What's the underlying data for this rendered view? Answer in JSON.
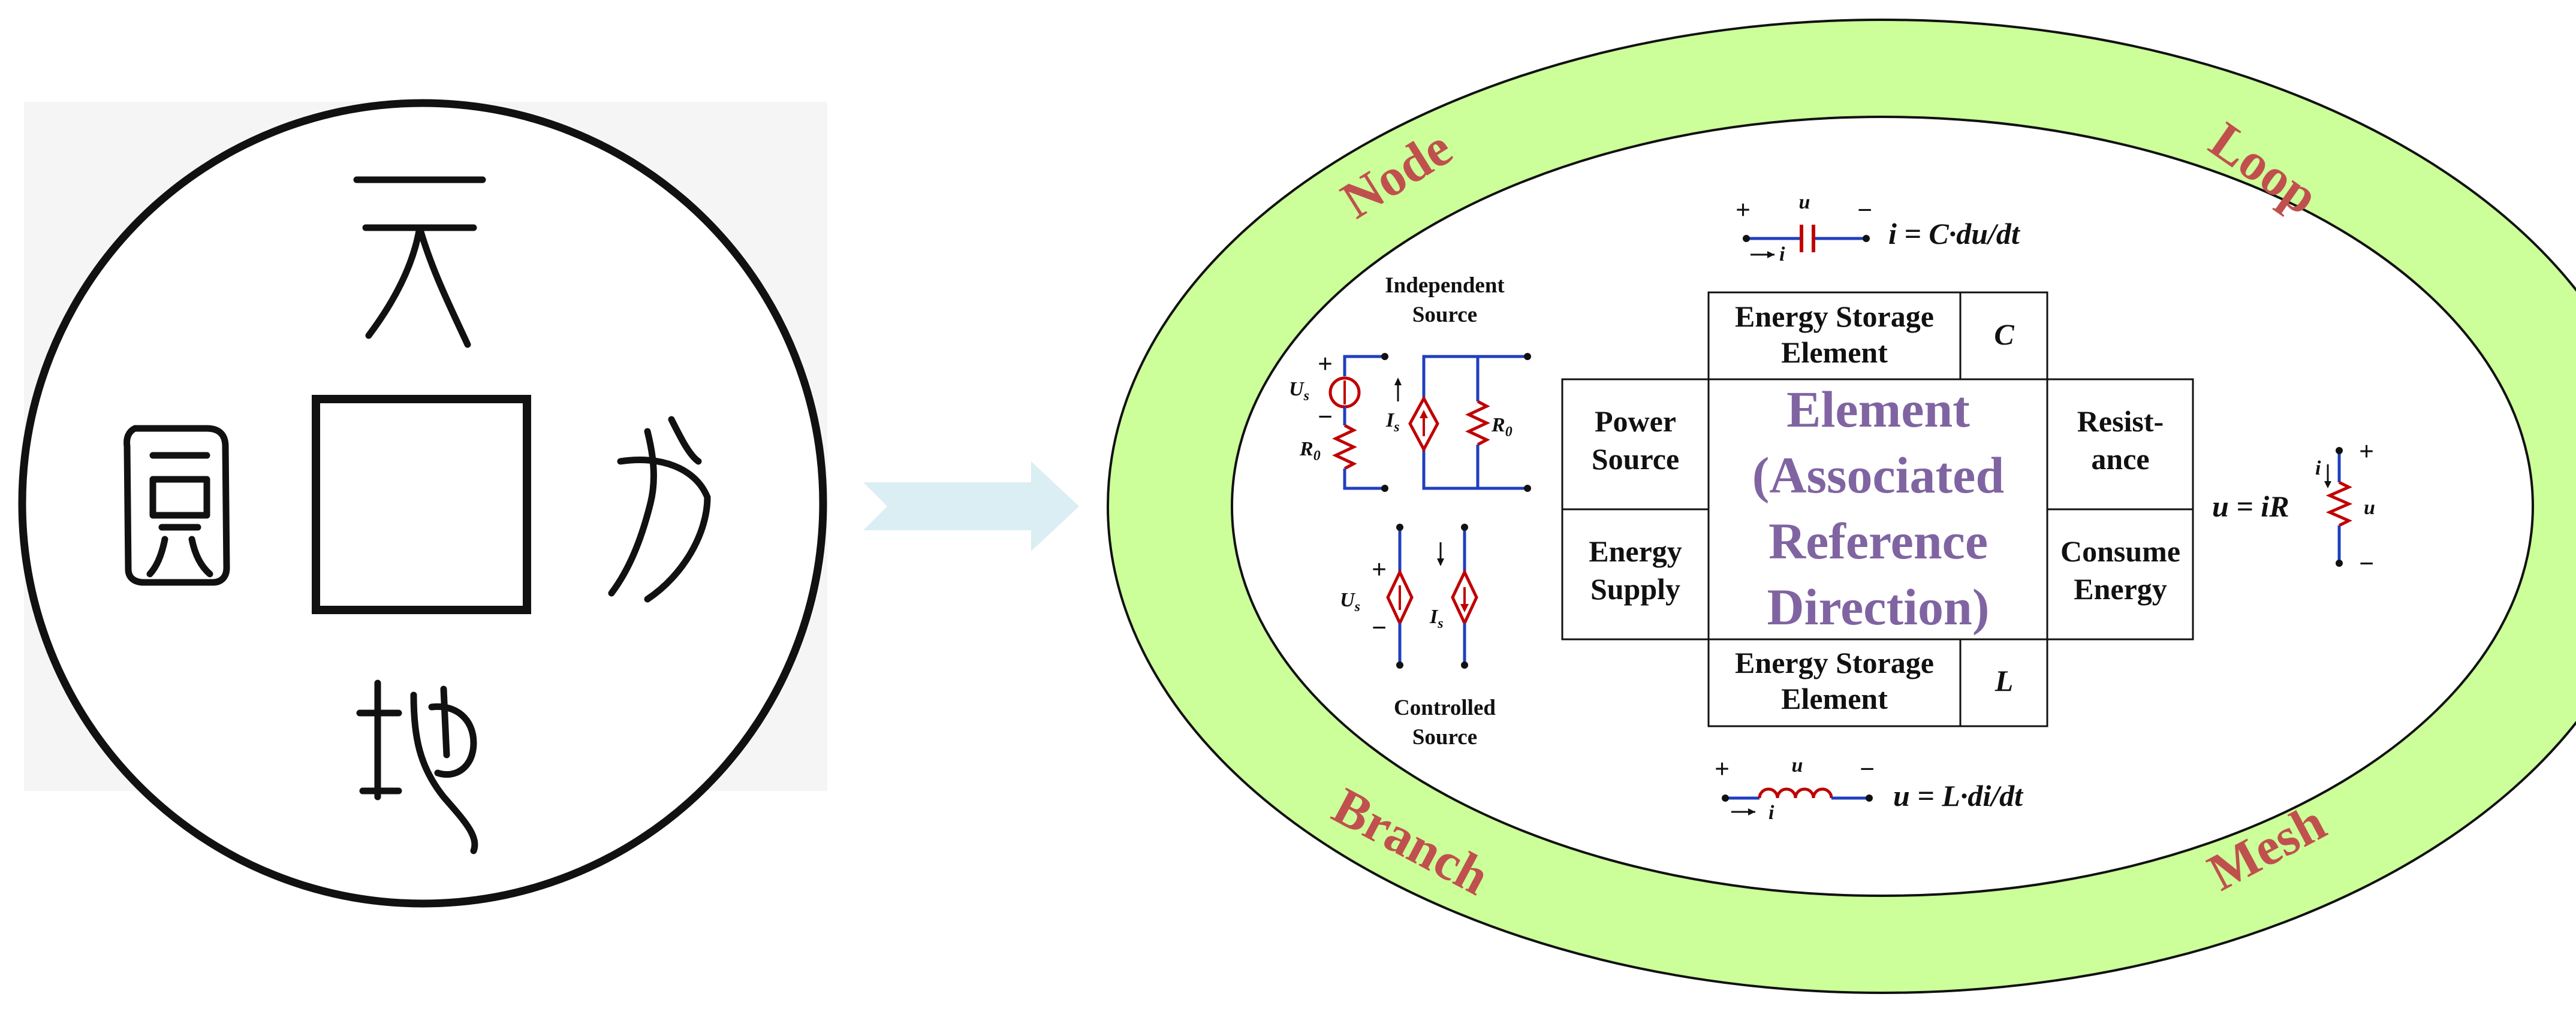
{
  "left_panel": {
    "glyph_top": "天",
    "glyph_left": "圓",
    "glyph_right": "方",
    "glyph_bottom": "地"
  },
  "ring": {
    "node": "Node",
    "loop": "Loop",
    "branch": "Branch",
    "mesh": "Mesh"
  },
  "center": {
    "line1": "Element",
    "line2": "(Associated",
    "line3": "Reference",
    "line4": "Direction)"
  },
  "cells": {
    "storage_top_1": "Energy Storage",
    "storage_top_2": "Element",
    "cap_symbol": "C",
    "storage_bottom_1": "Energy Storage",
    "storage_bottom_2": "Element",
    "ind_symbol": "L",
    "power_1": "Power",
    "power_2": "Source",
    "supply_1": "Energy",
    "supply_2": "Supply",
    "resist_1": "Resist-",
    "resist_2": "ance",
    "consume_1": "Consume",
    "consume_2": "Energy"
  },
  "captions": {
    "independent_1": "Independent",
    "independent_2": "Source",
    "controlled_1": "Controlled",
    "controlled_2": "Source"
  },
  "equations": {
    "capacitor": "i = C·du/dt",
    "inductor": "u = L·di/dt",
    "resistor": "u = iR"
  },
  "symbols": {
    "plus": "+",
    "minus": "−",
    "u": "u",
    "i": "i",
    "us": "U",
    "is": "I",
    "sub_s": "s",
    "r0": "R",
    "sub_0": "0"
  },
  "colors": {
    "ring_fill": "#ccff99",
    "ring_text": "#c0504d",
    "center_text": "#8064a2",
    "wire": "#1f3fbf",
    "component": "#c00000",
    "arrow": "#daeef3"
  }
}
